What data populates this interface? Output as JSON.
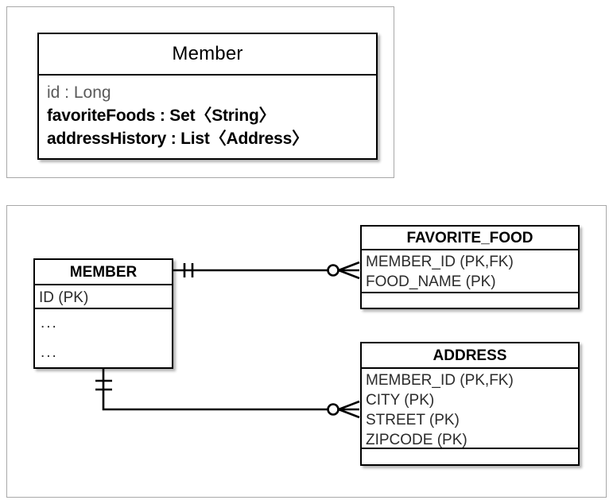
{
  "uml": {
    "class_name": "Member",
    "attributes": [
      {
        "text": "id : Long",
        "style": "muted"
      },
      {
        "text": "favoriteFoods : Set〈String〉",
        "style": "strong"
      },
      {
        "text": "addressHistory : List〈Address〉",
        "style": "strong"
      }
    ]
  },
  "er": {
    "tables": {
      "member": {
        "name": "MEMBER",
        "pk_row": "ID (PK)",
        "placeholder_rows": [
          "...",
          "...",
          "..."
        ]
      },
      "favorite_food": {
        "name": "FAVORITE_FOOD",
        "columns": [
          "MEMBER_ID (PK,FK)",
          "FOOD_NAME (PK)"
        ],
        "footer": ""
      },
      "address": {
        "name": "ADDRESS",
        "columns": [
          "MEMBER_ID (PK,FK)",
          "CITY (PK)",
          "STREET (PK)",
          "ZIPCODE (PK)"
        ],
        "footer": ""
      }
    },
    "relationships": [
      {
        "from": "MEMBER",
        "to": "FAVORITE_FOOD",
        "from_cardinality": "exactly-one",
        "to_cardinality": "zero-or-many"
      },
      {
        "from": "MEMBER",
        "to": "ADDRESS",
        "from_cardinality": "exactly-one",
        "to_cardinality": "zero-or-many"
      }
    ]
  },
  "colors": {
    "line": "#000000",
    "panel_border": "#a8a8a8",
    "text": "#000000",
    "muted_text": "#5a5a5a",
    "background": "#ffffff"
  }
}
